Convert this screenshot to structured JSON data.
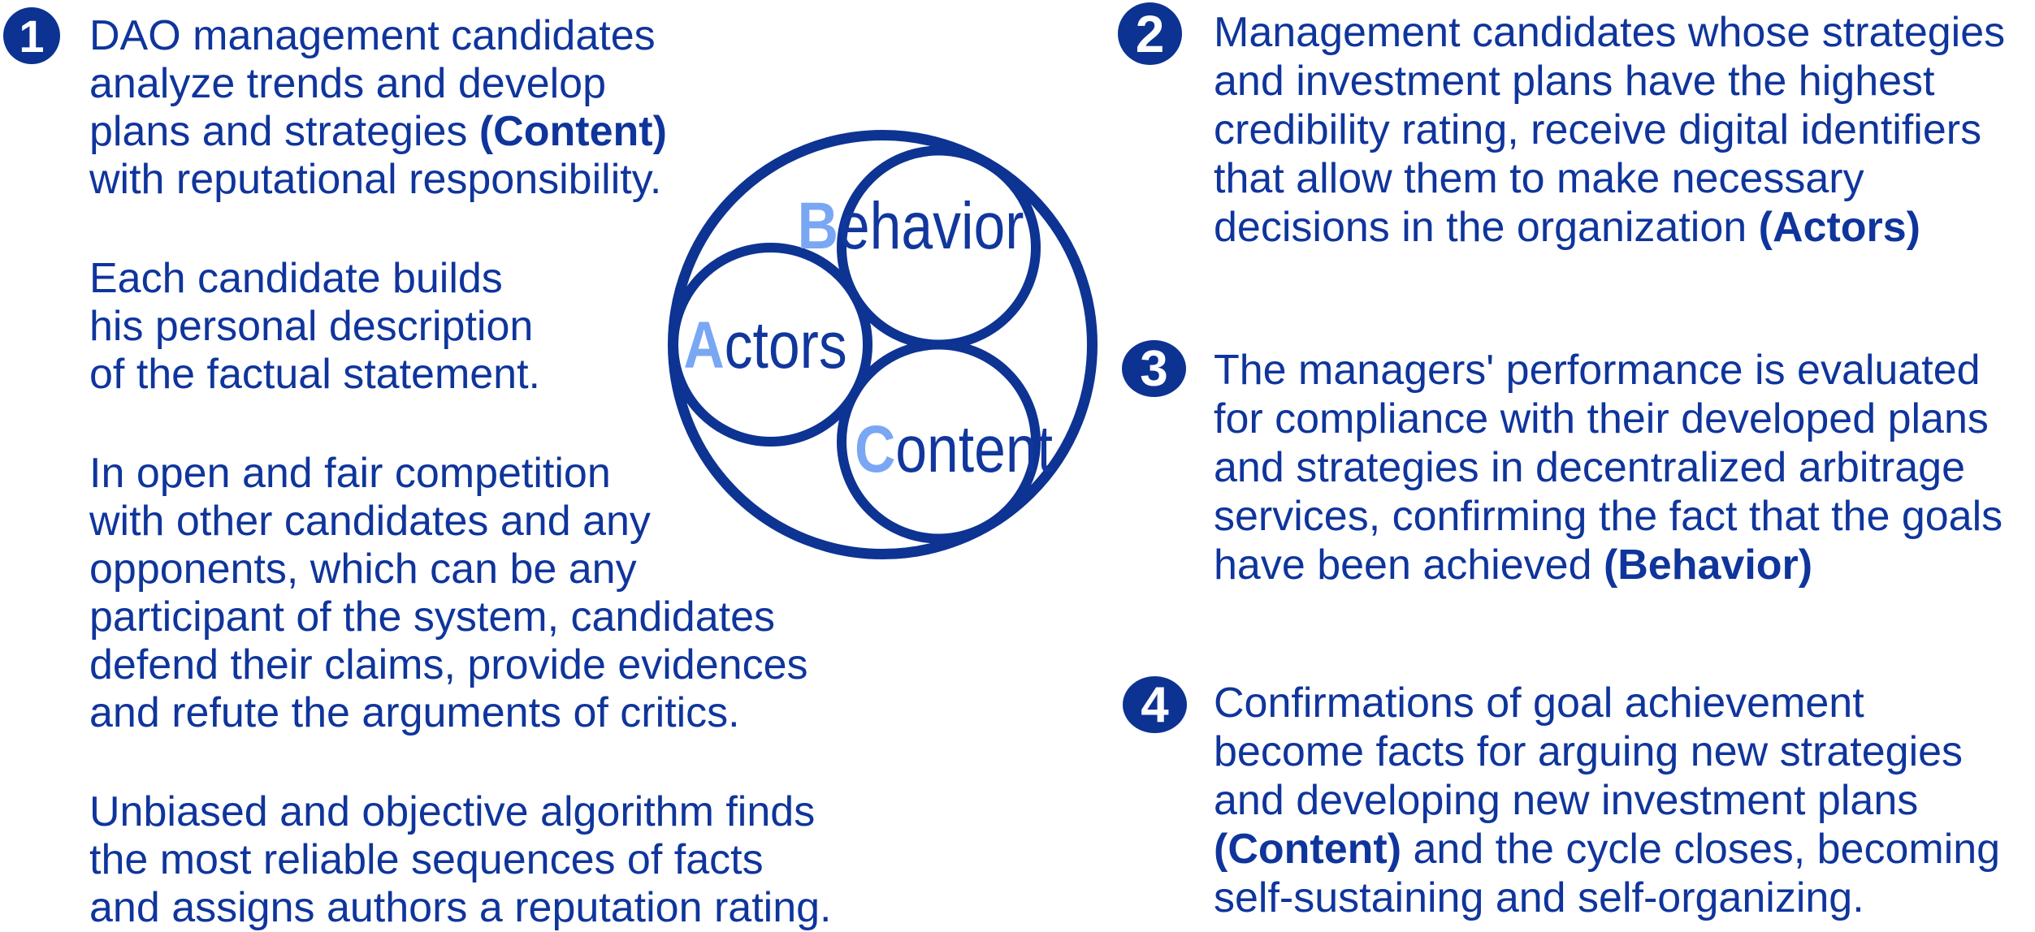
{
  "colors": {
    "text_dark_blue": "#0F359C",
    "badge_deep_blue": "#0C3292",
    "circle_stroke_blue": "#0D3393",
    "initial_light_blue": "#7AA7F3",
    "background": "#FFFFFF"
  },
  "diagram": {
    "labels": [
      {
        "initial": "B",
        "rest": "ehavior"
      },
      {
        "initial": "A",
        "rest": "ctors"
      },
      {
        "initial": "C",
        "rest": "ontent"
      }
    ]
  },
  "left_column": {
    "badge": "1",
    "paragraphs": [
      {
        "lines": [
          {
            "pre": "DAO management candidates",
            "bold": "",
            "post": ""
          },
          {
            "pre": "analyze trends and develop",
            "bold": "",
            "post": ""
          },
          {
            "pre": "plans and strategies ",
            "bold": "(Content)",
            "post": ""
          },
          {
            "pre": "with reputational responsibility.",
            "bold": "",
            "post": ""
          }
        ]
      },
      {
        "lines": [
          {
            "pre": "Each candidate builds",
            "bold": "",
            "post": ""
          },
          {
            "pre": "his personal description",
            "bold": "",
            "post": ""
          },
          {
            "pre": "of the factual statement.",
            "bold": "",
            "post": ""
          }
        ]
      },
      {
        "lines": [
          {
            "pre": "In open and fair competition",
            "bold": "",
            "post": ""
          },
          {
            "pre": "with other candidates and any",
            "bold": "",
            "post": ""
          },
          {
            "pre": "opponents, which can be any",
            "bold": "",
            "post": ""
          },
          {
            "pre": "participant of the system, candidates",
            "bold": "",
            "post": ""
          },
          {
            "pre": "defend their claims, provide evidences",
            "bold": "",
            "post": ""
          },
          {
            "pre": "and refute the arguments of critics.",
            "bold": "",
            "post": ""
          }
        ]
      },
      {
        "lines": [
          {
            "pre": "Unbiased and objective algorithm finds",
            "bold": "",
            "post": ""
          },
          {
            "pre": "the most reliable sequences of facts",
            "bold": "",
            "post": ""
          },
          {
            "pre": "and assigns authors a reputation rating.",
            "bold": "",
            "post": ""
          }
        ]
      }
    ]
  },
  "right_column": {
    "items": [
      {
        "badge": "2",
        "lines": [
          {
            "pre": "Management candidates whose strategies",
            "bold": "",
            "post": ""
          },
          {
            "pre": "and investment plans have the highest",
            "bold": "",
            "post": ""
          },
          {
            "pre": "credibility rating, receive digital identifiers",
            "bold": "",
            "post": ""
          },
          {
            "pre": "that allow them to make necessary",
            "bold": "",
            "post": ""
          },
          {
            "pre": "decisions in the organization ",
            "bold": "(Actors)",
            "post": ""
          }
        ]
      },
      {
        "badge": "3",
        "lines": [
          {
            "pre": "The managers' performance is evaluated",
            "bold": "",
            "post": ""
          },
          {
            "pre": "for compliance with their developed plans",
            "bold": "",
            "post": ""
          },
          {
            "pre": "and strategies in decentralized arbitrage",
            "bold": "",
            "post": ""
          },
          {
            "pre": "services, confirming the fact that the goals",
            "bold": "",
            "post": ""
          },
          {
            "pre": "have been achieved ",
            "bold": "(Behavior)",
            "post": ""
          }
        ]
      },
      {
        "badge": "4",
        "lines": [
          {
            "pre": "Confirmations of goal achievement",
            "bold": "",
            "post": ""
          },
          {
            "pre": "become facts for arguing new strategies",
            "bold": "",
            "post": ""
          },
          {
            "pre": "and developing new investment plans",
            "bold": "",
            "post": ""
          },
          {
            "pre": "",
            "bold": "(Content)",
            "post": " and the cycle closes, becoming"
          },
          {
            "pre": "self-sustaining and self-organizing.",
            "bold": "",
            "post": ""
          }
        ]
      }
    ]
  }
}
